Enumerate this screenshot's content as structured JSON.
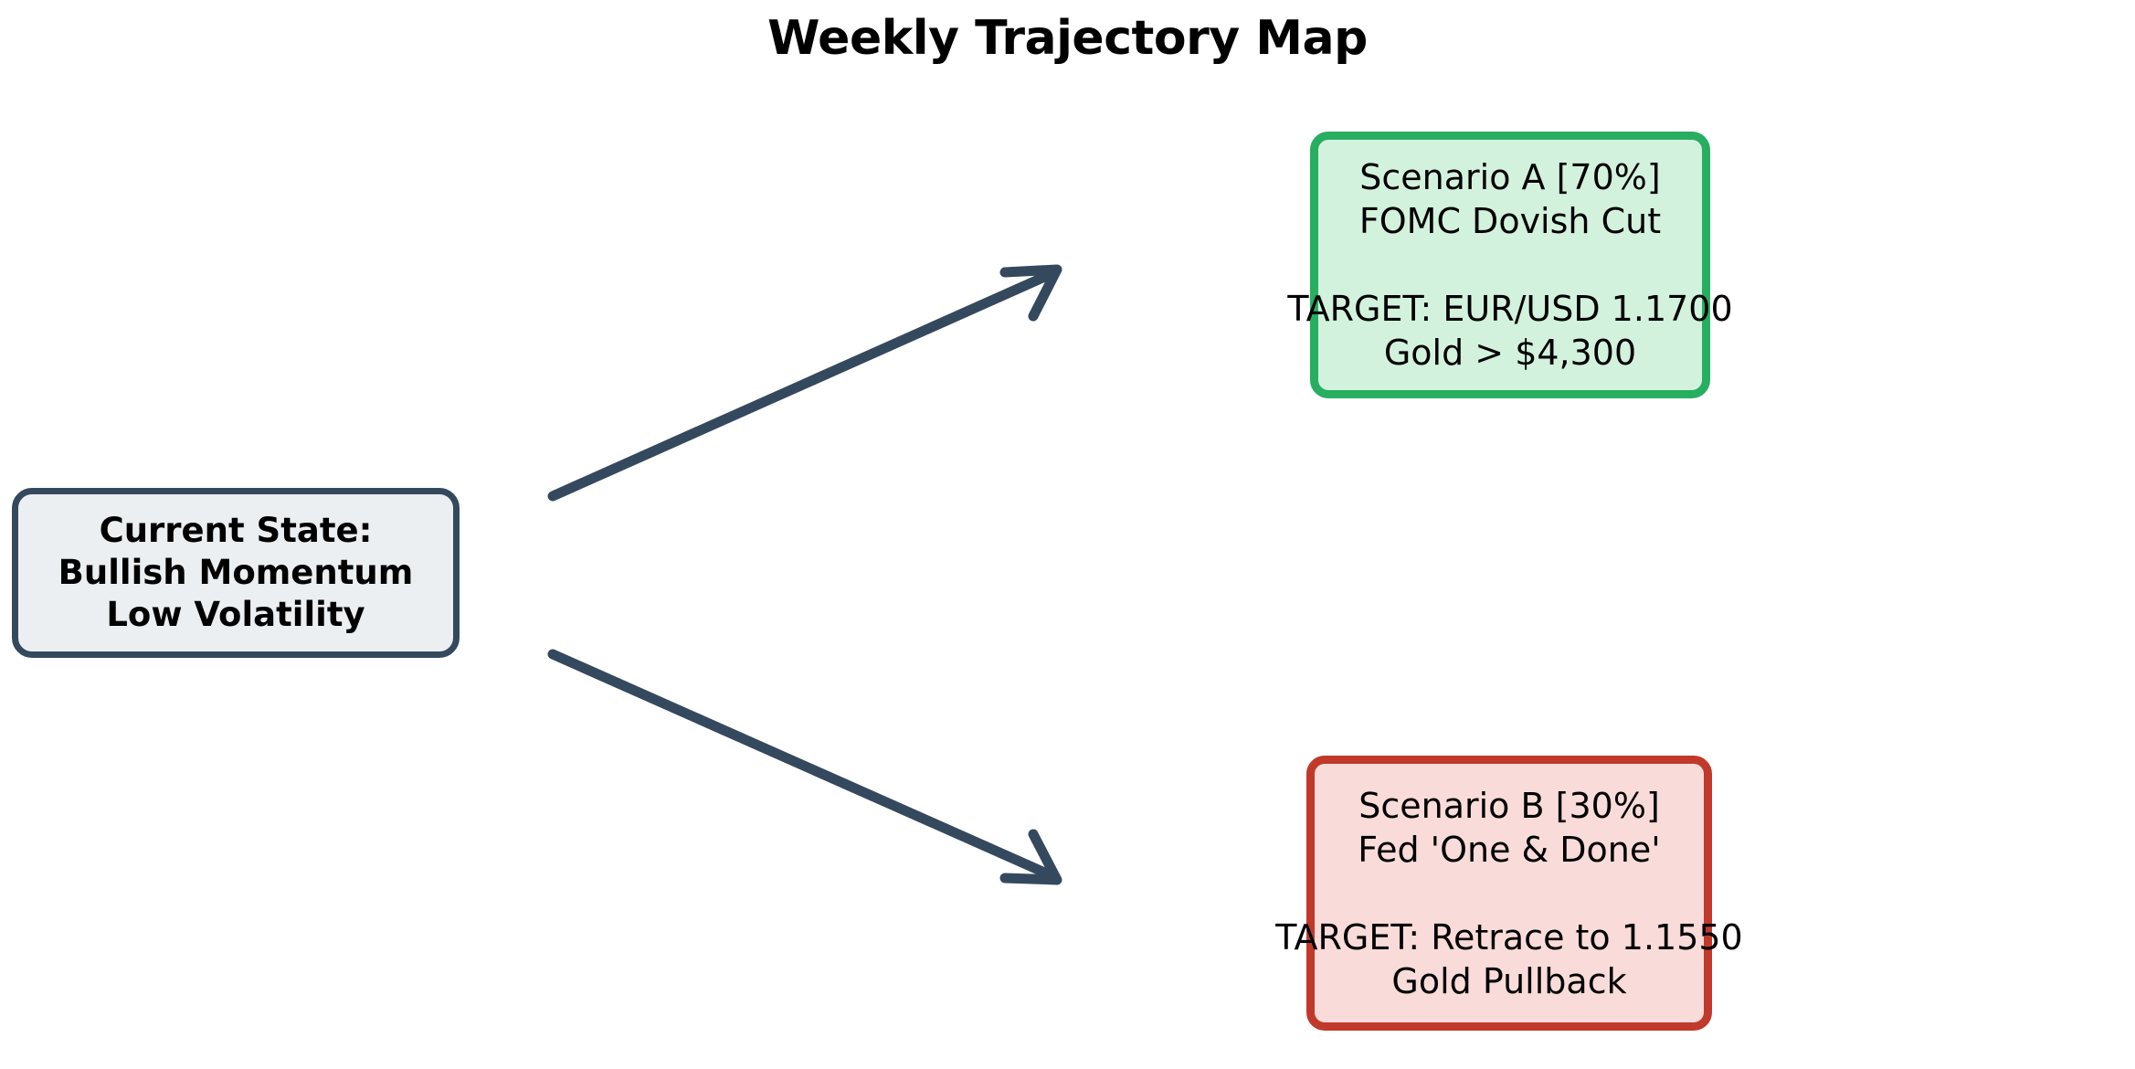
{
  "title": "Weekly Trajectory Map",
  "background_color": "#ffffff",
  "nodes": {
    "current_state": {
      "id": "current-state",
      "lines": [
        "Current State:",
        "Bullish Momentum",
        "Low Volatility"
      ],
      "fill_color": "#eceff1",
      "border_color": "#34495e",
      "text_color": "#000000",
      "bold": true
    },
    "scenario_a": {
      "id": "scenario-a",
      "label": "Scenario A [70%]",
      "probability": "70%",
      "headline": "FOMC Dovish Cut",
      "target_line_1": "TARGET: EUR/USD 1.1700",
      "target_line_2": "Gold > $4,300",
      "lines": [
        "Scenario A [70%]",
        "FOMC Dovish Cut",
        "",
        "TARGET: EUR/USD 1.1700",
        "Gold > $4,300"
      ],
      "fill_color": "#d3f2de",
      "border_color": "#27ae60",
      "text_color": "#000000",
      "bold": false
    },
    "scenario_b": {
      "id": "scenario-b",
      "label": "Scenario B [30%]",
      "probability": "30%",
      "headline": "Fed 'One & Done'",
      "target_line_1": "TARGET: Retrace to 1.1550",
      "target_line_2": "Gold Pullback",
      "lines": [
        "Scenario B [30%]",
        "Fed 'One & Done'",
        "",
        "TARGET: Retrace to 1.1550",
        "Gold Pullback"
      ],
      "fill_color": "#f9dcd9",
      "border_color": "#c0392b",
      "text_color": "#000000",
      "bold": false
    }
  },
  "edges": [
    {
      "id": "edge-to-scenario-a",
      "from": "current-state",
      "to": "scenario-a",
      "direction": "up-right",
      "color": "#34495e"
    },
    {
      "id": "edge-to-scenario-b",
      "from": "current-state",
      "to": "scenario-b",
      "direction": "down-right",
      "color": "#34495e"
    }
  ]
}
